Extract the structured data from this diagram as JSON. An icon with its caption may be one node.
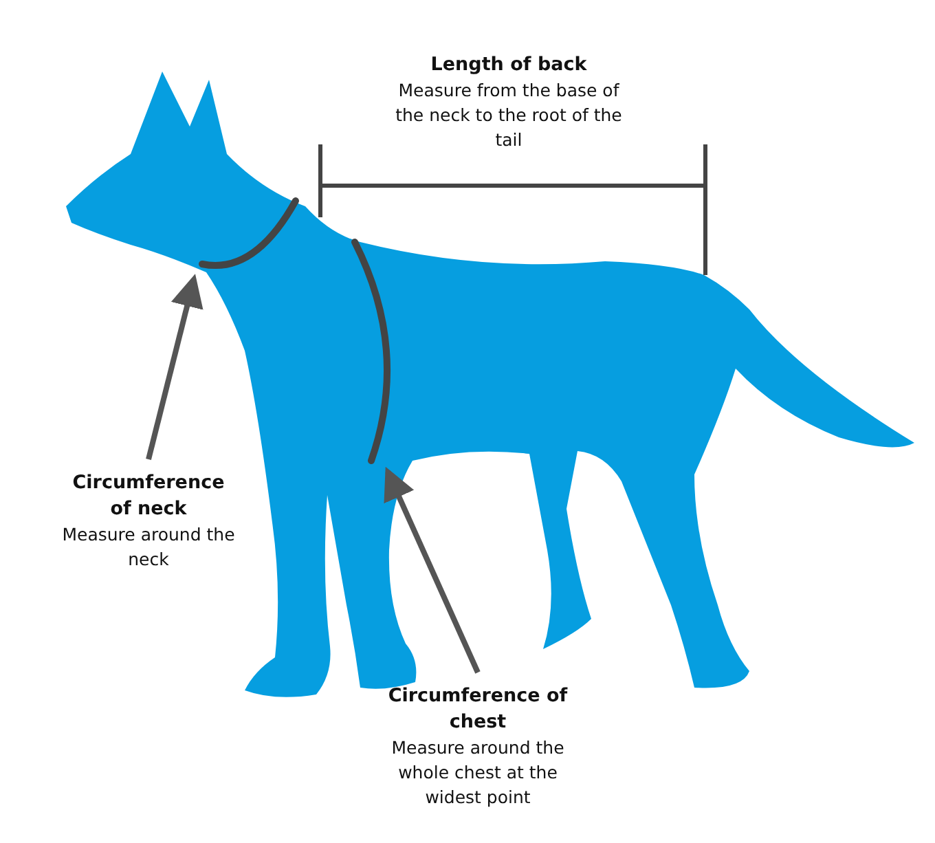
{
  "diagram": {
    "nodes": [
      {
        "text": [
          "Circumference of neck",
          "Measure around the neck"
        ]
      },
      {
        "text": [],
        "shape": "ellipse"
      },
      {
        "text": [
          "Circumference of chest",
          "Measure around the whole chest at the widest point"
        ]
      },
      {
        "text": [],
        "shape": "ellipse"
      }
    ],
    "edges": [
      {
        "from": 0,
        "to": 1,
        "arrow": "to"
      },
      {
        "from": 2,
        "to": 3,
        "arrow": "to"
      }
    ],
    "labels": [
      "Length of back",
      "Measure from the base of the neck to the root of the tail"
    ]
  }
}
